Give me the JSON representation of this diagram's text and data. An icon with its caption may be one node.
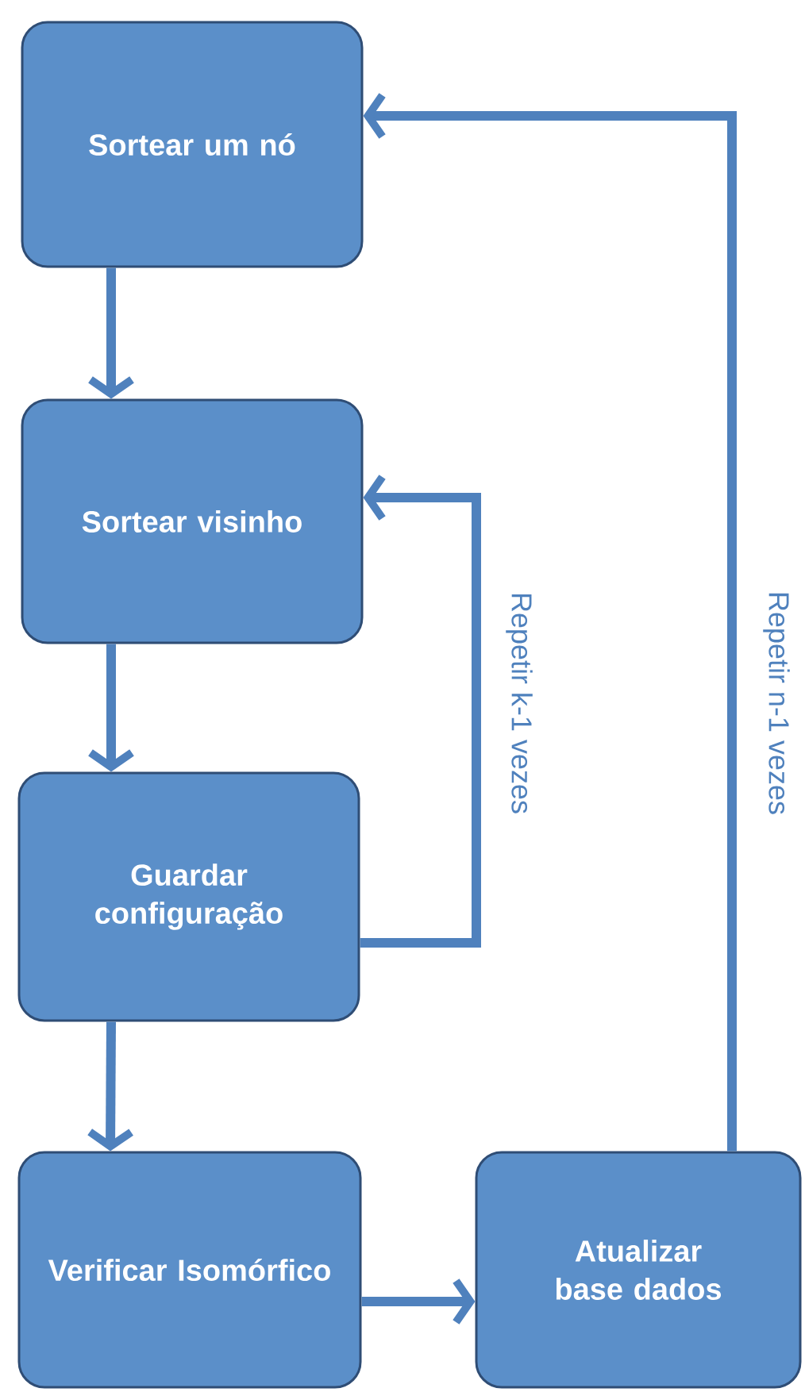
{
  "diagram": {
    "nodes": [
      {
        "text": [
          "Sortear um nó"
        ]
      },
      {
        "text": [
          "Sortear visinho"
        ]
      },
      {
        "text": [
          "Guardar configuração"
        ]
      },
      {
        "text": [
          "Verificar Isomórfico"
        ]
      },
      {
        "text": [
          "Atualizar base dados"
        ]
      }
    ],
    "edges": [
      {
        "from": 0,
        "to": 1,
        "arrow": "to"
      },
      {
        "from": 1,
        "to": 2,
        "arrow": "to"
      },
      {
        "from": 2,
        "to": 3,
        "arrow": "to"
      },
      {
        "from": 3,
        "to": 4,
        "arrow": "to"
      },
      {
        "from": 2,
        "to": 1,
        "arrow": "to",
        "label": "Repetir k-1 vezes"
      },
      {
        "from": 4,
        "to": 0,
        "arrow": "to",
        "label": "Repetir n-1 vezes"
      }
    ]
  }
}
